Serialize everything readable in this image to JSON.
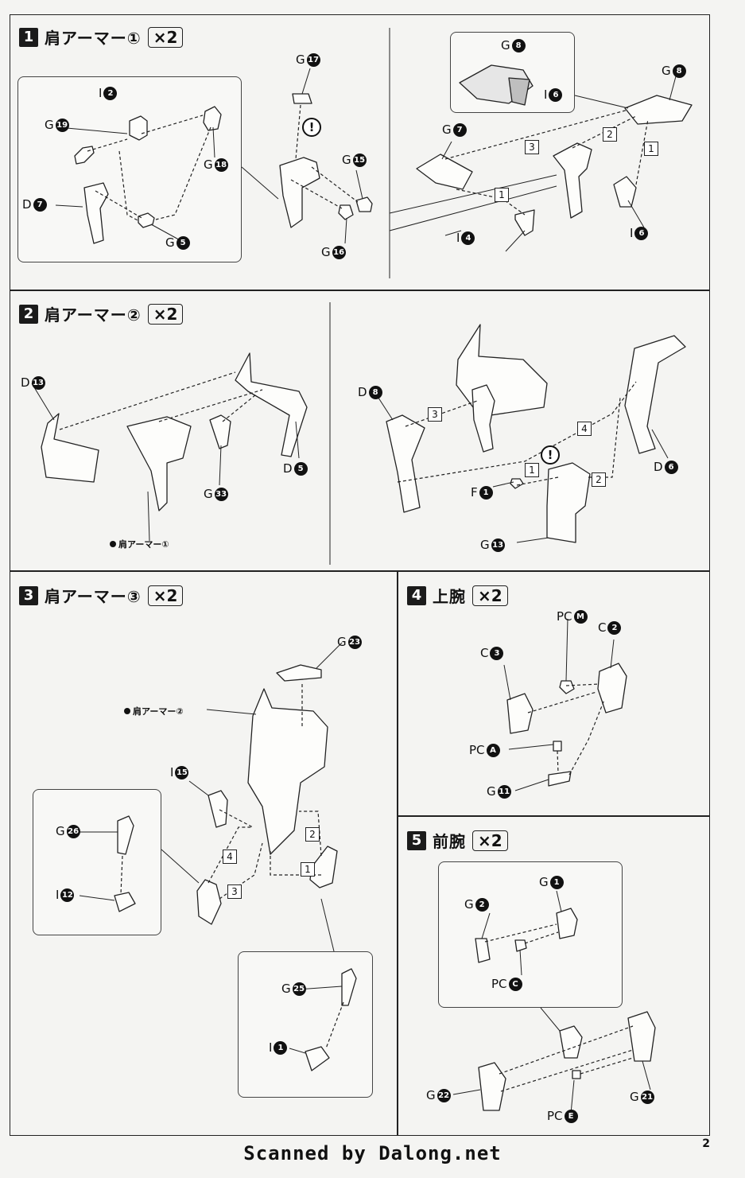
{
  "steps": [
    {
      "num": "1",
      "title": "肩アーマー①",
      "qty": "×2"
    },
    {
      "num": "2",
      "title": "肩アーマー②",
      "qty": "×2"
    },
    {
      "num": "3",
      "title": "肩アーマー③",
      "qty": "×2"
    },
    {
      "num": "4",
      "title": "上腕",
      "qty": "×2"
    },
    {
      "num": "5",
      "title": "前腕",
      "qty": "×2"
    }
  ],
  "badges": {
    "n1": "1",
    "n2": "2",
    "n3": "3",
    "n4": "4",
    "n5": "5",
    "n6": "6",
    "n7": "7",
    "n8": "8",
    "n11": "11",
    "n12": "12",
    "n13": "13",
    "n15": "15",
    "n16": "16",
    "n17": "17",
    "n18": "18",
    "n19": "19",
    "n21": "21",
    "n22": "22",
    "n23": "23",
    "n25": "25",
    "n26": "26",
    "n33": "33",
    "A": "A",
    "C": "C",
    "E": "E",
    "M": "M"
  },
  "parts": {
    "G": "G",
    "I": "I",
    "D": "D",
    "F": "F",
    "C": "C",
    "PC": "PC"
  },
  "notes": {
    "shoulder1": "肩アーマー①",
    "shoulder2": "肩アーマー②"
  },
  "order_marks": [
    "1",
    "2",
    "3",
    "4"
  ],
  "warning_mark": "!",
  "page_number": "2",
  "footer": "Scanned by Dalong.net"
}
